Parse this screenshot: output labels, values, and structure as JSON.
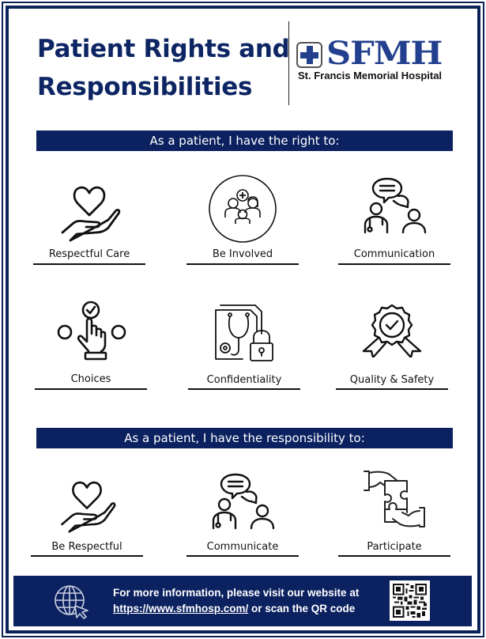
{
  "header": {
    "title_line1": "Patient Rights and",
    "title_line2": "Responsibilities",
    "logo": {
      "icon": "medical-cross-icon",
      "wordmark": "SFMH",
      "subtitle": "St. Francis Memorial Hospital",
      "brand_color": "#23408e"
    }
  },
  "colors": {
    "navy": "#0b2160",
    "title_navy": "#0d2563",
    "text": "#111111",
    "white": "#ffffff"
  },
  "rights": {
    "heading": "As a patient, I have the right to:",
    "items": [
      {
        "label": "Respectful Care",
        "icon": "heart-in-hand-icon"
      },
      {
        "label": "Be Involved",
        "icon": "family-group-medical-icon"
      },
      {
        "label": "Communication",
        "icon": "doctor-patient-chat-icon"
      },
      {
        "label": "Choices",
        "icon": "hand-select-option-icon"
      },
      {
        "label": "Confidentiality",
        "icon": "medical-record-lock-icon"
      },
      {
        "label": "Quality & Safety",
        "icon": "award-badge-check-icon"
      }
    ]
  },
  "responsibilities": {
    "heading": "As a patient, I have the responsibility to:",
    "items": [
      {
        "label": "Be Respectful",
        "icon": "heart-in-hand-icon"
      },
      {
        "label": "Communicate",
        "icon": "doctor-patient-chat-icon"
      },
      {
        "label": "Participate",
        "icon": "puzzle-hands-icon"
      }
    ]
  },
  "footer": {
    "icon": "globe-cursor-icon",
    "line1": "For more information, please visit our website at",
    "link": "https://www.sfmhosp.com/",
    "line2_suffix": " or scan the QR code",
    "qr_icon": "qr-code-icon"
  }
}
